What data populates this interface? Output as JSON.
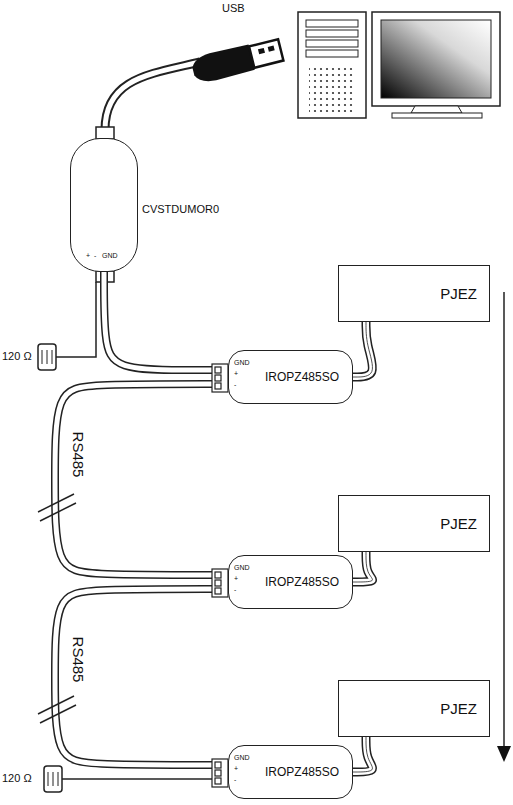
{
  "diagram": {
    "nodes": [
      {
        "text": [
          "CVSTDUMOR0"
        ]
      },
      {
        "text": [
          "PJEZ"
        ]
      },
      {
        "text": [
          "IROPZ485SO"
        ]
      },
      {
        "text": [
          "PJEZ"
        ]
      },
      {
        "text": [
          "IROPZ485SO"
        ]
      },
      {
        "text": [
          "PJEZ"
        ]
      },
      {
        "text": [
          "IROPZ485SO"
        ]
      }
    ],
    "edges": [
      {
        "from": 0,
        "to": 2,
        "arrow": "none"
      },
      {
        "from": 1,
        "to": 2,
        "arrow": "none"
      },
      {
        "from": 2,
        "to": 4,
        "label": "RS485",
        "arrow": "none"
      },
      {
        "from": 3,
        "to": 4,
        "arrow": "none"
      },
      {
        "from": 4,
        "to": 6,
        "label": "RS485",
        "arrow": "none"
      },
      {
        "from": 5,
        "to": 6,
        "arrow": "none"
      }
    ],
    "labels": [
      "USB",
      "+",
      "-",
      "GND",
      "120 Ω",
      "GND",
      "+",
      "-",
      "GND",
      "+",
      "-",
      "GND",
      "+",
      "-",
      "120 Ω"
    ]
  }
}
